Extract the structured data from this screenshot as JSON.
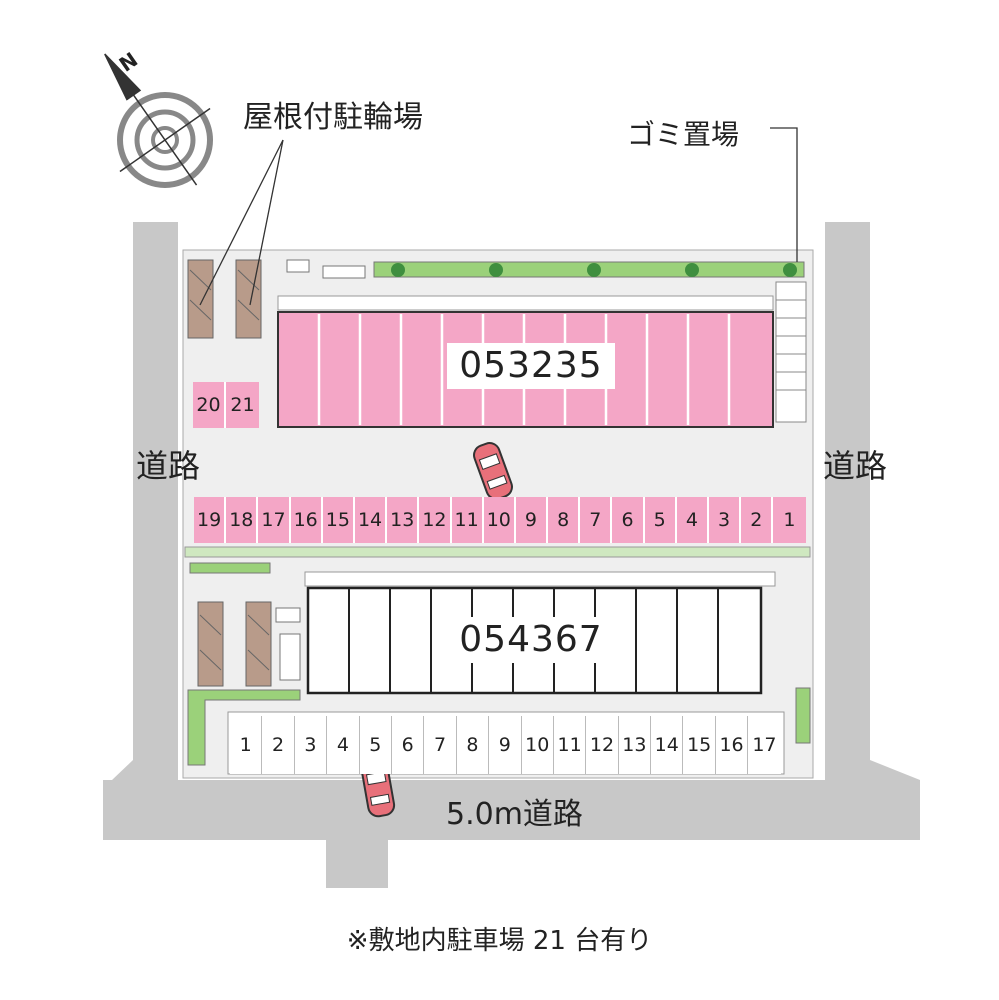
{
  "labels": {
    "covered_bicycle_parking": "屋根付駐輪場",
    "garbage_area": "ゴミ置場",
    "road_left": "道路",
    "road_right": "道路",
    "road_bottom": "5.0m道路",
    "footnote": "※敷地内駐車場 21 台有り"
  },
  "buildings": {
    "north_building_id": "053235",
    "south_building_id": "054367"
  },
  "parking": {
    "upper_small": [
      "20",
      "21"
    ],
    "middle_row": [
      "19",
      "18",
      "17",
      "16",
      "15",
      "14",
      "13",
      "12",
      "11",
      "10",
      "9",
      "8",
      "7",
      "6",
      "5",
      "4",
      "3",
      "2",
      "1"
    ],
    "bottom_row": [
      "1",
      "2",
      "3",
      "4",
      "5",
      "6",
      "7",
      "8",
      "9",
      "10",
      "11",
      "12",
      "13",
      "14",
      "15",
      "16",
      "17"
    ]
  },
  "compass": {
    "north_letter": "N"
  },
  "colors": {
    "building_north": "#f4a6c6",
    "parking_highlight": "#f4a6c6",
    "road": "#c8c8c8",
    "lot": "#efefef",
    "green": "#9bd17a",
    "bike_shed": "#b89b8a"
  }
}
